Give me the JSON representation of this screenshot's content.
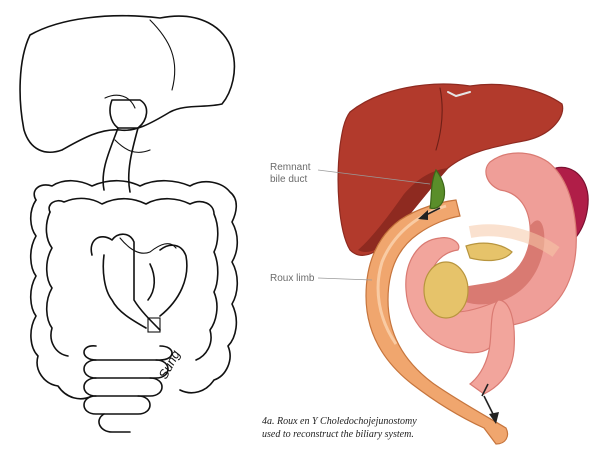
{
  "left_panel": {
    "signature": "Sung"
  },
  "right_panel": {
    "labels": {
      "remnant_bile_duct_line1": "Remnant",
      "remnant_bile_duct_line2": "bile duct",
      "roux_limb": "Roux limb"
    },
    "caption": {
      "line1": "4a. Roux en Y Choledochojejunostomy",
      "line2": "used to reconstruct the biliary system."
    },
    "colors": {
      "liver": "#b23a2c",
      "liver_shadow": "#8e2a20",
      "stomach": "#ef9e98",
      "stomach_shadow": "#d97a72",
      "duodenum": "#f2a59c",
      "roux_limb": "#f0a66e",
      "roux_limb_edge": "#c6753d",
      "pancreas": "#e6c36a",
      "spleen": "#b01e48",
      "bile_duct": "#5a8e2a",
      "arrow": "#222222"
    }
  }
}
